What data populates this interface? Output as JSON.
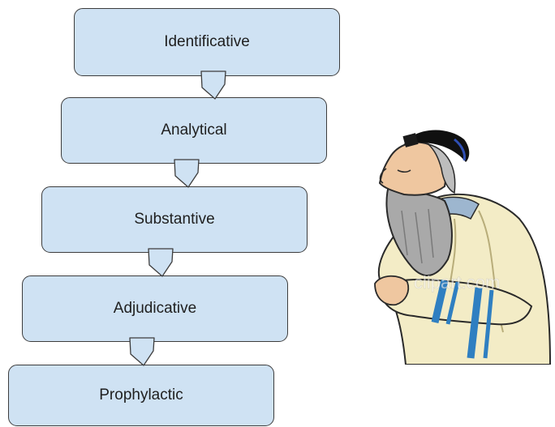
{
  "diagram": {
    "steps": [
      {
        "label": "Identificative"
      },
      {
        "label": "Analytical"
      },
      {
        "label": "Substantive"
      },
      {
        "label": "Adjudicative"
      },
      {
        "label": "Prophylactic"
      }
    ]
  },
  "illustration": {
    "subject": "rabbi-in-prayer-shawl",
    "watermark": "clipart.com"
  },
  "colors": {
    "box_fill": "#cfe2f3",
    "box_stroke": "#3d3d3d",
    "shawl": "#f3ecc6",
    "stripe": "#2f7fc1"
  }
}
